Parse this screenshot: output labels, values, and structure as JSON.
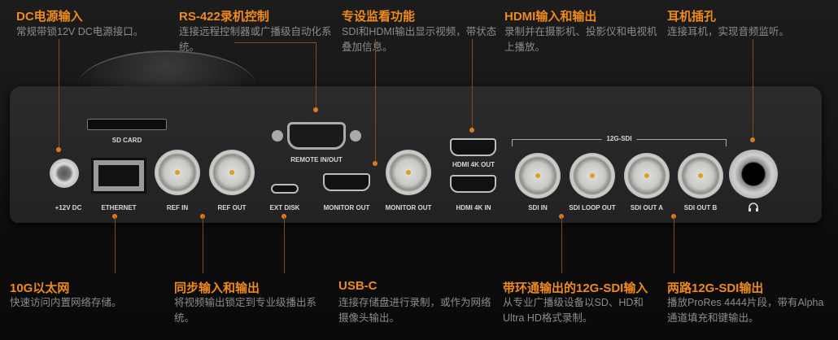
{
  "top_callouts": [
    {
      "title": "DC电源输入",
      "desc": "常规带锁12V DC电源接口。"
    },
    {
      "title": "RS-422录机控制",
      "desc": "连接远程控制器或广播级自动化系统。"
    },
    {
      "title": "专设监看功能",
      "desc": "SDI和HDMI输出显示视频，带状态叠加信息。"
    },
    {
      "title": "HDMI输入和输出",
      "desc": "录制并在摄影机、投影仪和电视机上播放。"
    },
    {
      "title": "耳机插孔",
      "desc": "连接耳机，实现音频监听。"
    }
  ],
  "bottom_callouts": [
    {
      "title": "10G以太网",
      "desc": "快速访问内置网络存储。"
    },
    {
      "title": "同步输入和输出",
      "desc": "将视频输出锁定到专业级播出系统。"
    },
    {
      "title": "USB-C",
      "desc": "连接存储盘进行录制，或作为网络摄像头输出。"
    },
    {
      "title": "带环通输出的12G-SDI输入",
      "desc": "从专业广播级设备以SD、HD和Ultra HD格式录制。"
    },
    {
      "title": "两路12G-SDI输出",
      "desc": "播放ProRes 4444片段，带有Alpha通道填充和键输出。"
    }
  ],
  "ports": {
    "dc": "+12V DC",
    "sd": "SD CARD",
    "ethernet": "ETHERNET",
    "ref_in": "REF IN",
    "ref_out": "REF OUT",
    "ext_disk": "EXT DISK",
    "remote": "REMOTE IN/OUT",
    "monitor_hdmi": "MONITOR OUT",
    "monitor_sdi": "MONITOR OUT",
    "hdmi_out": "HDMI 4K OUT",
    "hdmi_in": "HDMI 4K IN",
    "sdi_group": "12G-SDI",
    "sdi_in": "SDI IN",
    "sdi_loop": "SDI LOOP OUT",
    "sdi_a": "SDI OUT A",
    "sdi_b": "SDI OUT B"
  },
  "colors": {
    "accent": "#f08a1c",
    "leader": "#7a4f1c"
  }
}
